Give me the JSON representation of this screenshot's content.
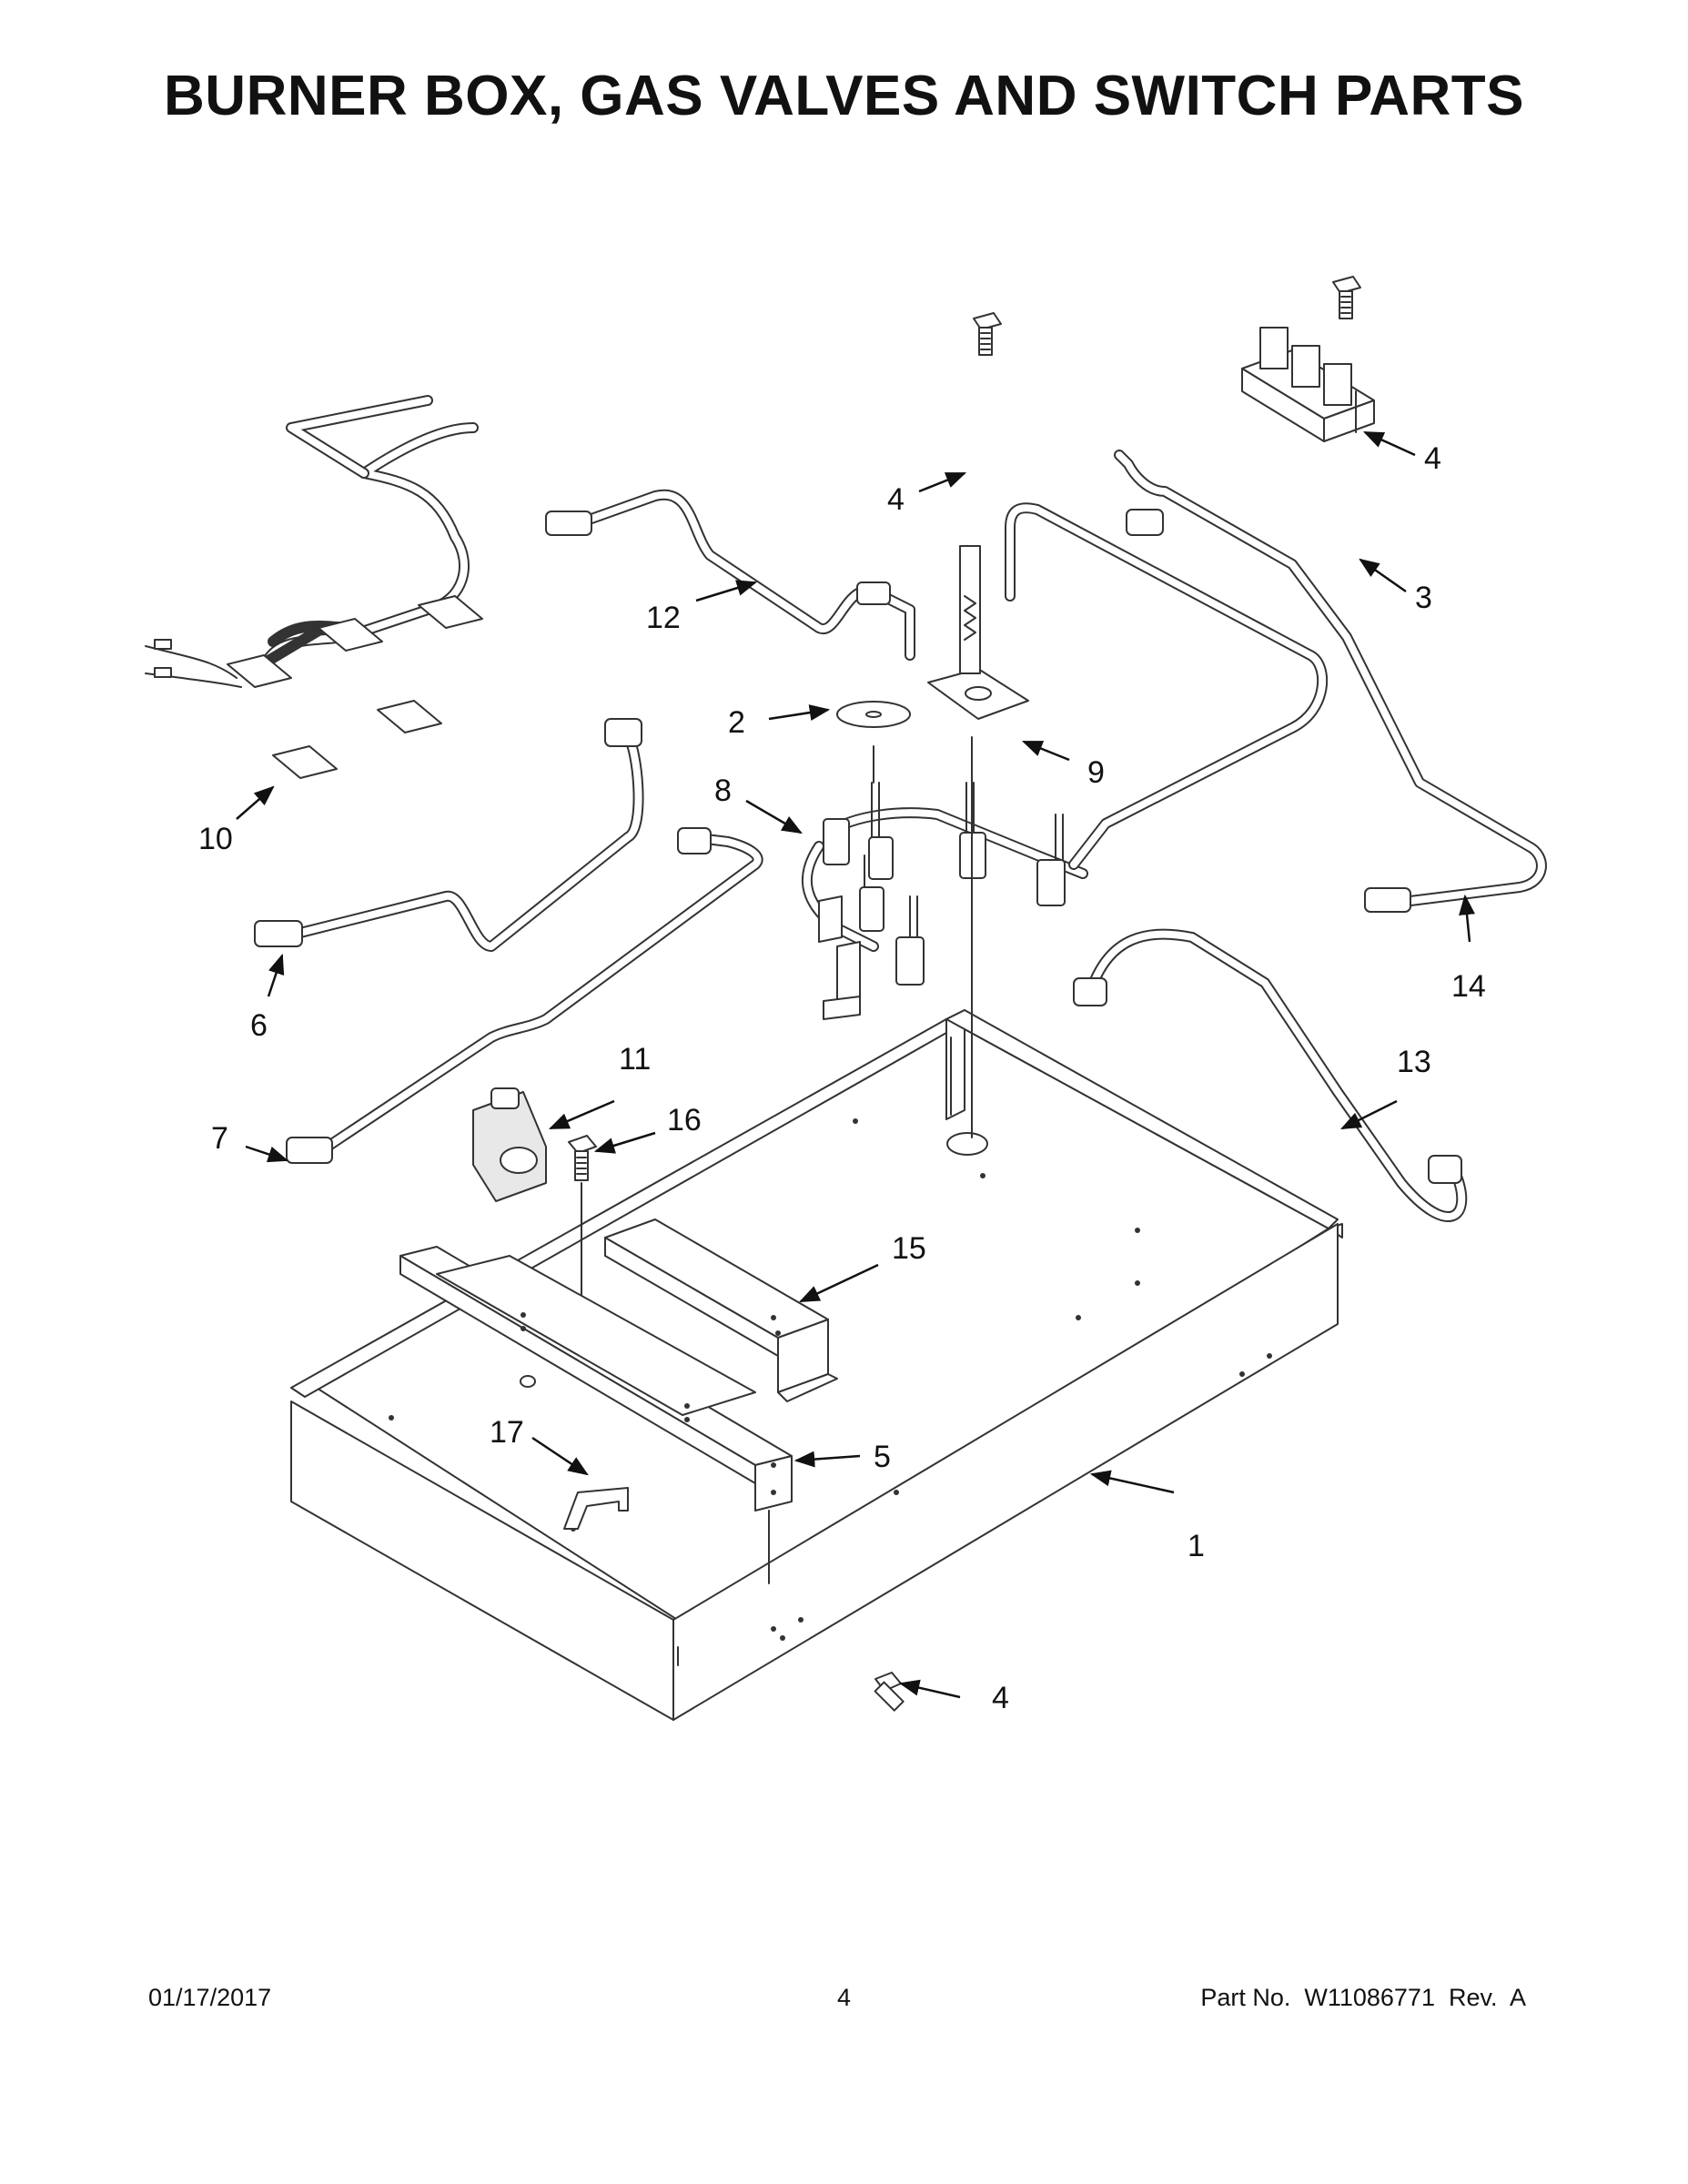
{
  "title": "BURNER BOX, GAS VALVES AND SWITCH PARTS",
  "footer": {
    "date": "01/17/2017",
    "page": "4",
    "part_number": "Part No.  W11086771  Rev.  A"
  },
  "callouts": [
    {
      "id": "c1",
      "label": "1"
    },
    {
      "id": "c2",
      "label": "2"
    },
    {
      "id": "c3",
      "label": "3"
    },
    {
      "id": "c4a",
      "label": "4"
    },
    {
      "id": "c4b",
      "label": "4"
    },
    {
      "id": "c4c",
      "label": "4"
    },
    {
      "id": "c5",
      "label": "5"
    },
    {
      "id": "c6",
      "label": "6"
    },
    {
      "id": "c7",
      "label": "7"
    },
    {
      "id": "c8",
      "label": "8"
    },
    {
      "id": "c9",
      "label": "9"
    },
    {
      "id": "c10",
      "label": "10"
    },
    {
      "id": "c11",
      "label": "11"
    },
    {
      "id": "c12",
      "label": "12"
    },
    {
      "id": "c13",
      "label": "13"
    },
    {
      "id": "c14",
      "label": "14"
    },
    {
      "id": "c15",
      "label": "15"
    },
    {
      "id": "c16",
      "label": "16"
    },
    {
      "id": "c17",
      "label": "17"
    }
  ]
}
